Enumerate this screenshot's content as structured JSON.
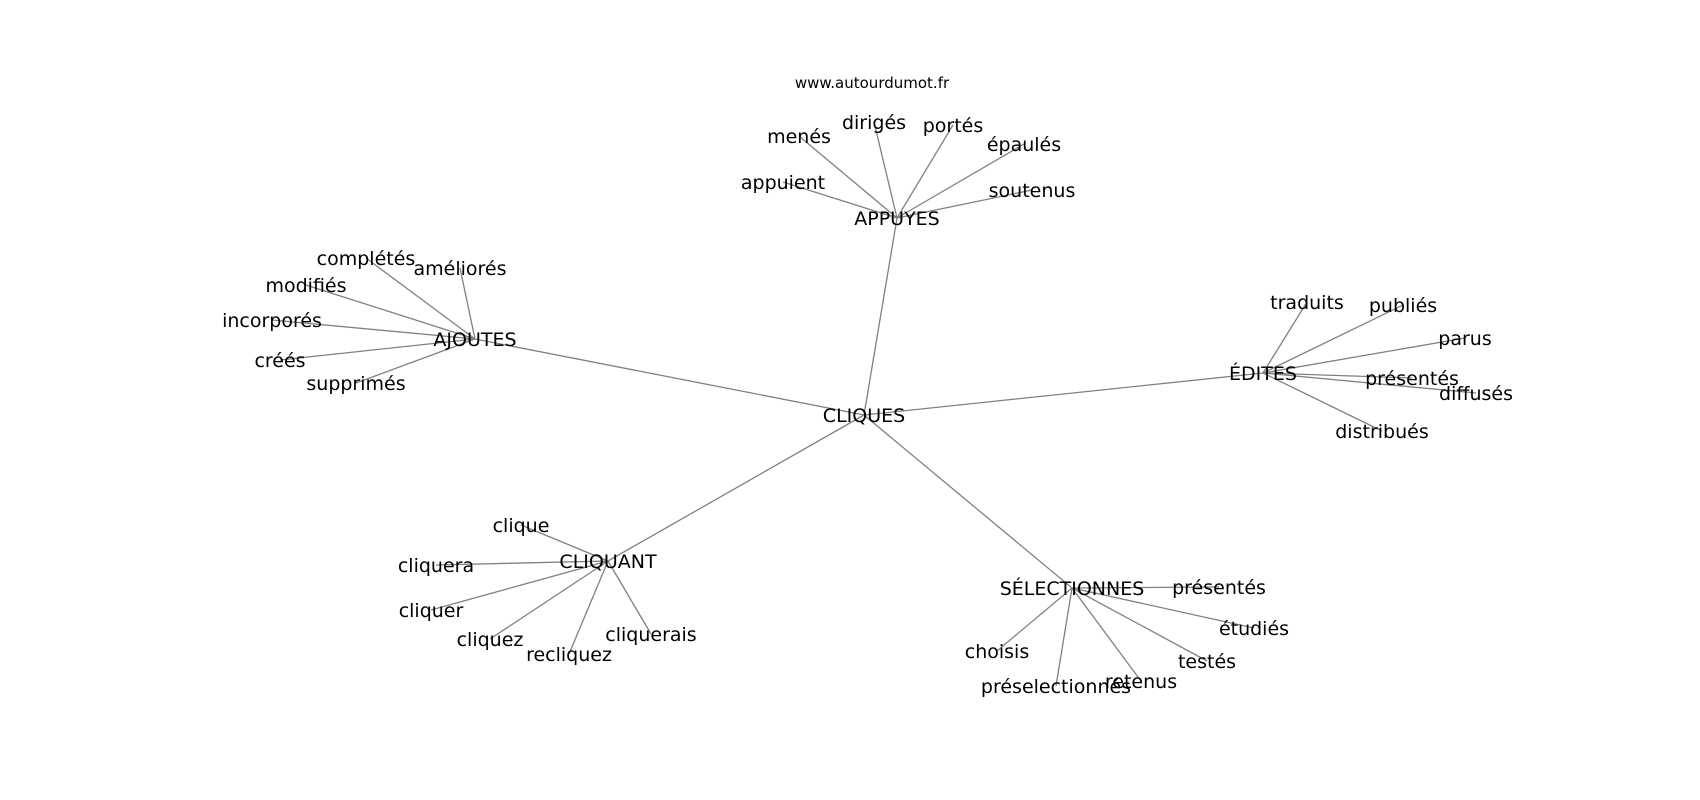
{
  "source_text": "www.autourdumot.fr",
  "center": "CLIQUES",
  "groups": [
    {
      "hub": "APPUYES",
      "words": [
        "appuient",
        "menés",
        "dirigés",
        "portés",
        "épaulés",
        "soutenus"
      ]
    },
    {
      "hub": "AJOUTES",
      "words": [
        "complétés",
        "améliorés",
        "modifiés",
        "incorporés",
        "créés",
        "supprimés"
      ]
    },
    {
      "hub": "ÉDITES",
      "words": [
        "traduits",
        "publiés",
        "parus",
        "présentés",
        "diffusés",
        "distribués"
      ]
    },
    {
      "hub": "CLIQUANT",
      "words": [
        "clique",
        "cliquera",
        "cliquer",
        "cliquez",
        "recliquez",
        "cliquerais"
      ]
    },
    {
      "hub": "SÉLECTIONNES",
      "words": [
        "présentés",
        "étudiés",
        "testés",
        "retenus",
        "préselectionnés",
        "choisis"
      ]
    }
  ]
}
